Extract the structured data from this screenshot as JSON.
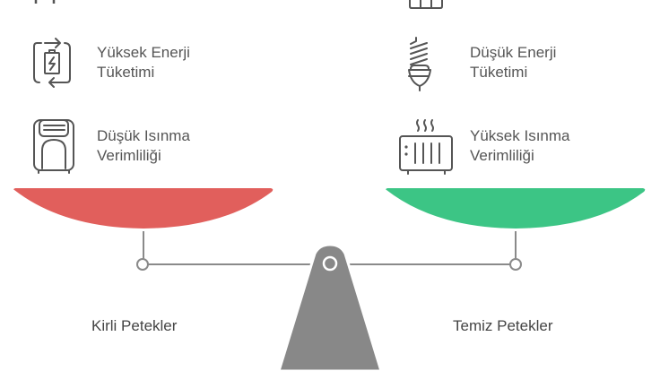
{
  "left": {
    "label": "Kirli Petekler",
    "color": "#e15f5c",
    "items": [
      {
        "icon": "battery-cycle-icon",
        "line1": "Yüksek Enerji",
        "line2": "Tüketimi"
      },
      {
        "icon": "heater-unit-icon",
        "line1": "Düşük Isınma",
        "line2": "Verimliliği"
      }
    ]
  },
  "right": {
    "label": "Temiz Petekler",
    "color": "#3cc585",
    "items": [
      {
        "icon": "energy-saving-bulb-icon",
        "line1": "Düşük Enerji",
        "line2": "Tüketimi"
      },
      {
        "icon": "radiator-icon",
        "line1": "Yüksek Isınma",
        "line2": "Verimliliği"
      }
    ]
  },
  "scale": {
    "beam_color": "#8a8a8a",
    "stand_color": "#888888"
  }
}
